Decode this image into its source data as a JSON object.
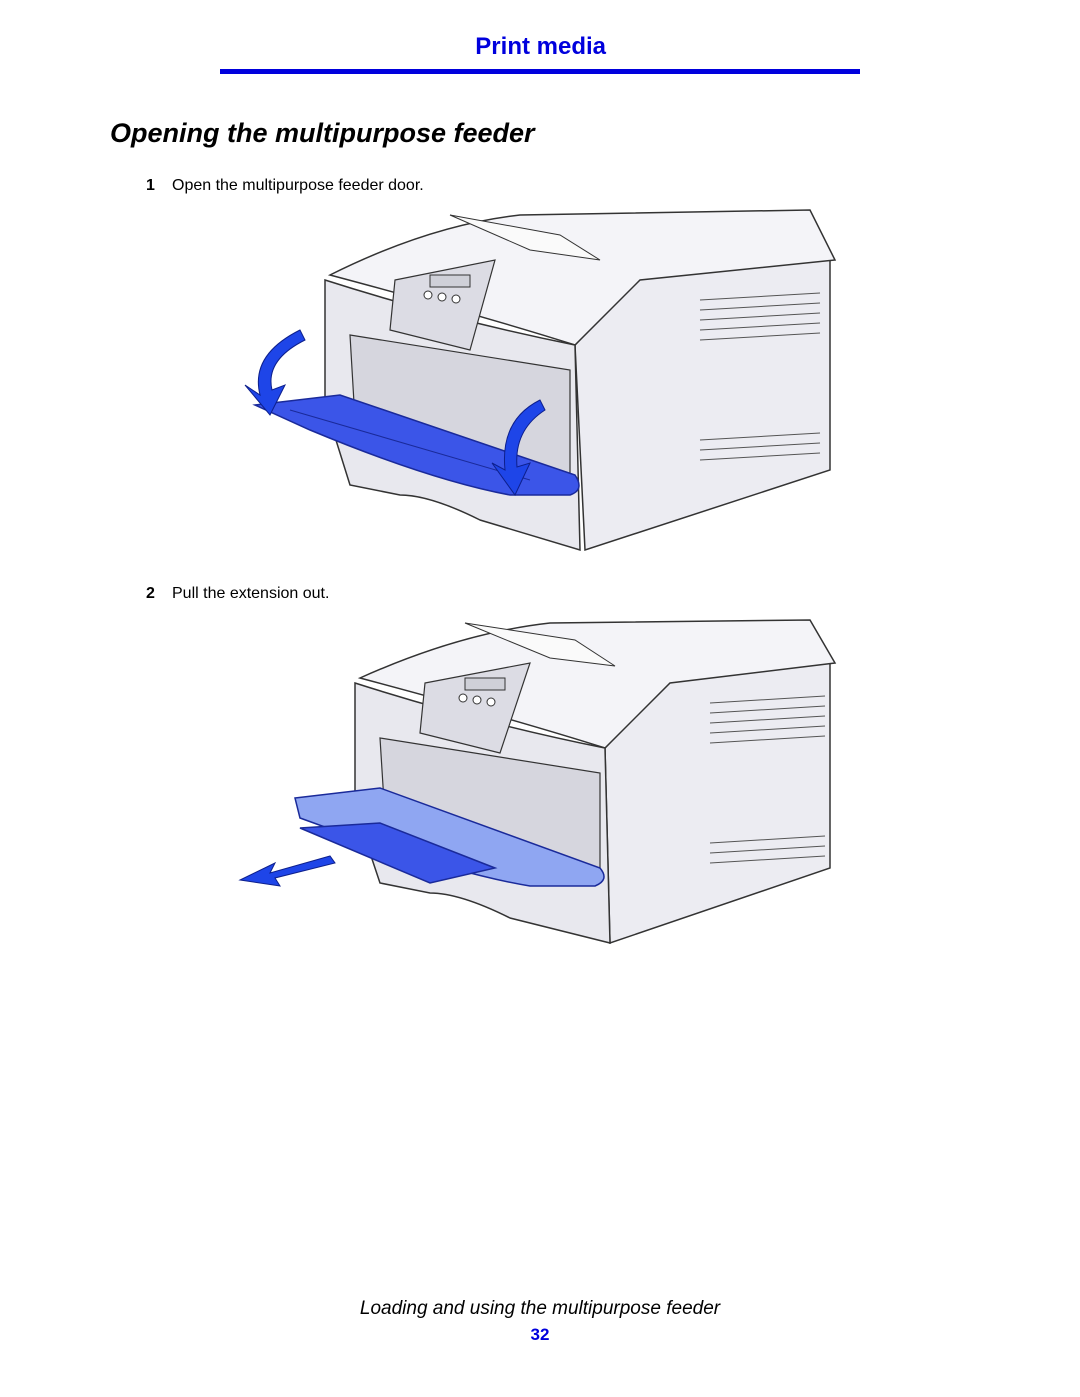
{
  "header": {
    "section_title": "Print media",
    "accent_color": "#0000dd"
  },
  "page_heading": "Opening the multipurpose feeder",
  "steps": [
    {
      "number": "1",
      "text": "Open the multipurpose feeder door."
    },
    {
      "number": "2",
      "text": "Pull the extension out."
    }
  ],
  "figures": [
    {
      "icon": "printer-feeder-door-open-illustration"
    },
    {
      "icon": "printer-feeder-extension-out-illustration"
    }
  ],
  "footer": {
    "chapter_title": "Loading and using the multipurpose feeder",
    "page_number": "32"
  }
}
